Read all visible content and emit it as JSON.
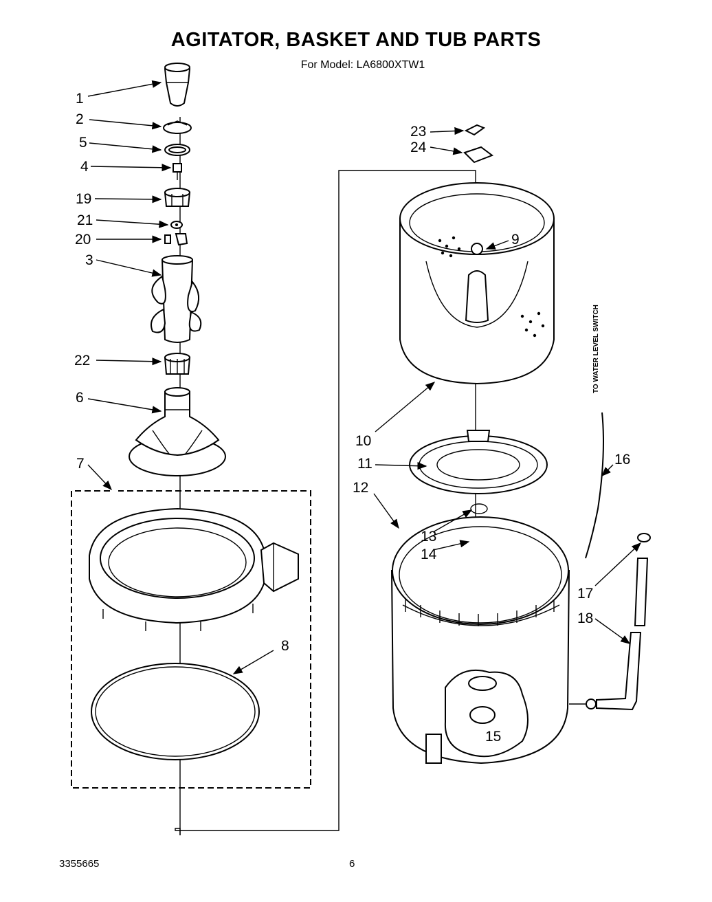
{
  "title": "AGITATOR, BASKET AND TUB PARTS",
  "subtitle": "For Model: LA6800XTW1",
  "footer": {
    "doc_number": "3355665",
    "page_number": "6"
  },
  "callout_text": "TO WATER LEVEL SWITCH",
  "callouts": [
    "1",
    "2",
    "5",
    "4",
    "19",
    "21",
    "20",
    "3",
    "22",
    "6",
    "7",
    "8",
    "23",
    "24",
    "9",
    "10",
    "11",
    "12",
    "13",
    "14",
    "15",
    "16",
    "17",
    "18"
  ]
}
